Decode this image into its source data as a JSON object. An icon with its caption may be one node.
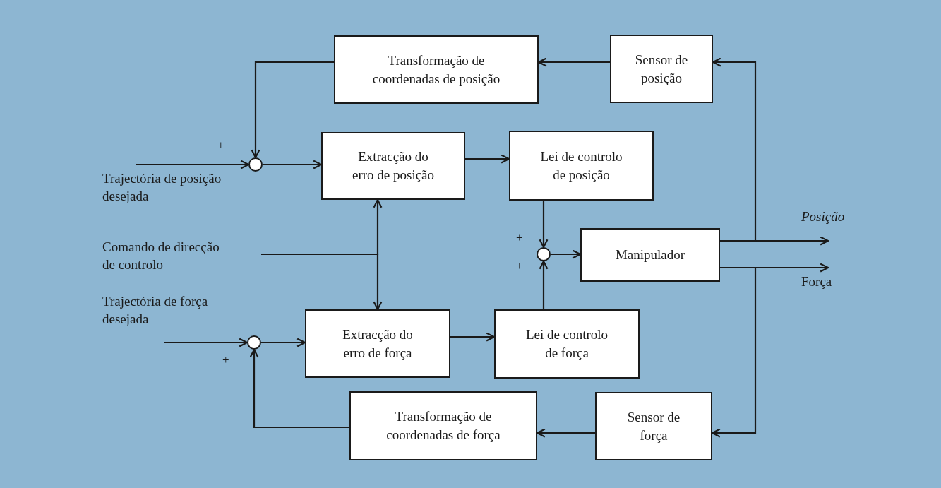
{
  "diagram": {
    "nodes": [
      {
        "text": [
          "Transformação de coordenadas de posição"
        ]
      },
      {
        "text": [
          "Sensor de posição"
        ]
      },
      {
        "text": [],
        "shape": "circle"
      },
      {
        "text": [
          "Extracção do erro de posição"
        ]
      },
      {
        "text": [
          "Lei de controlo de posição"
        ]
      },
      {
        "text": [
          "Trajectória de posição desejada"
        ]
      },
      {
        "text": [
          "Comando de direcção de controlo"
        ]
      },
      {
        "text": [],
        "shape": "circle"
      },
      {
        "text": [
          "Manipulador"
        ]
      },
      {
        "text": [
          "Trajectória de força desejada"
        ]
      },
      {
        "text": [],
        "shape": "circle"
      },
      {
        "text": [
          "Extracção do erro de força"
        ]
      },
      {
        "text": [
          "Lei de controlo de força"
        ]
      },
      {
        "text": [
          "Transformação de coordenadas de força"
        ]
      },
      {
        "text": [
          "Sensor de força"
        ]
      }
    ],
    "edges": [
      {
        "from": 5,
        "to": 2,
        "arrow": "to"
      },
      {
        "from": 0,
        "to": 2,
        "arrow": "to"
      },
      {
        "from": 2,
        "to": 3,
        "arrow": "to"
      },
      {
        "from": 3,
        "to": 4,
        "arrow": "to"
      },
      {
        "from": 4,
        "to": 7,
        "arrow": "to"
      },
      {
        "from": 12,
        "to": 7,
        "arrow": "to"
      },
      {
        "from": 7,
        "to": 8,
        "arrow": "to"
      },
      {
        "from": 8,
        "to": null,
        "arrow": "to",
        "label": "Posição"
      },
      {
        "from": 8,
        "to": null,
        "arrow": "to",
        "label": "Força"
      },
      {
        "from": 8,
        "to": 1,
        "arrow": "to"
      },
      {
        "from": 1,
        "to": 0,
        "arrow": "to"
      },
      {
        "from": 8,
        "to": 14,
        "arrow": "to"
      },
      {
        "from": 14,
        "to": 13,
        "arrow": "to"
      },
      {
        "from": 13,
        "to": 10,
        "arrow": "to"
      },
      {
        "from": 9,
        "to": 10,
        "arrow": "to"
      },
      {
        "from": 10,
        "to": 11,
        "arrow": "to"
      },
      {
        "from": 11,
        "to": 12,
        "arrow": "to"
      },
      {
        "from": 6,
        "to": 3,
        "arrow": "to"
      },
      {
        "from": 6,
        "to": 11,
        "arrow": "to"
      }
    ],
    "labels": [
      "+",
      "−",
      "+",
      "+",
      "+",
      "−"
    ]
  }
}
